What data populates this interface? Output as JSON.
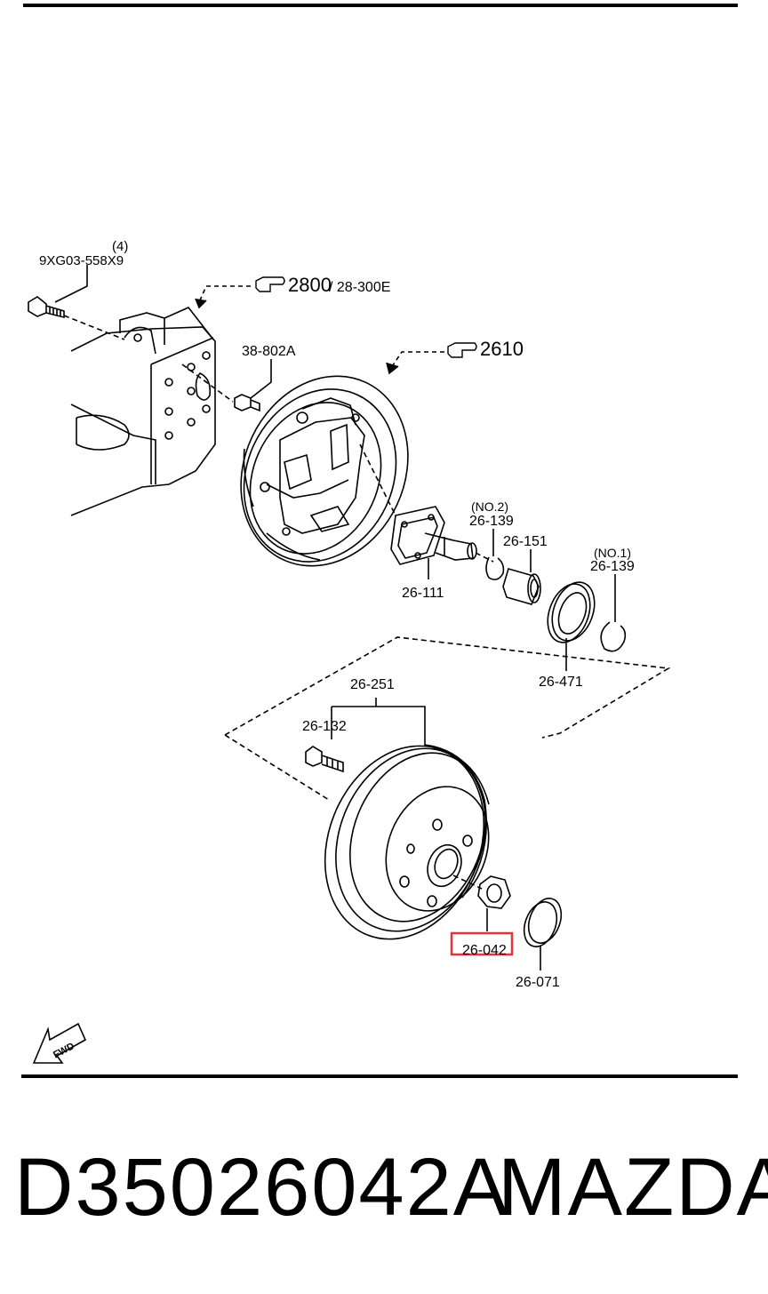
{
  "labels": {
    "bolt_qty": "(4)",
    "bolt_code": "9XG03-558X9",
    "ref_main": "2800",
    "ref_sub": "/ 28-300E",
    "ref_plate": "2610",
    "bolt_38": "38-802A",
    "no2": "(NO.2)",
    "clip_no2": "26-139",
    "seal_151": "26-151",
    "no1": "(NO.1)",
    "clip_no1": "26-139",
    "spindle": "26-111",
    "bearing": "26-471",
    "drum_assy": "26-251",
    "hub_bolt": "26-132",
    "nut": "26-042",
    "cap": "26-071",
    "fwd": "FWD"
  },
  "footer": {
    "part_number": "D35026042A",
    "brand": "MAZDA"
  },
  "colors": {
    "line": "#000000",
    "highlight": "#e8323c"
  },
  "icons": {
    "reference": "pointing-hand-icon",
    "forward": "fwd-arrow-icon"
  }
}
